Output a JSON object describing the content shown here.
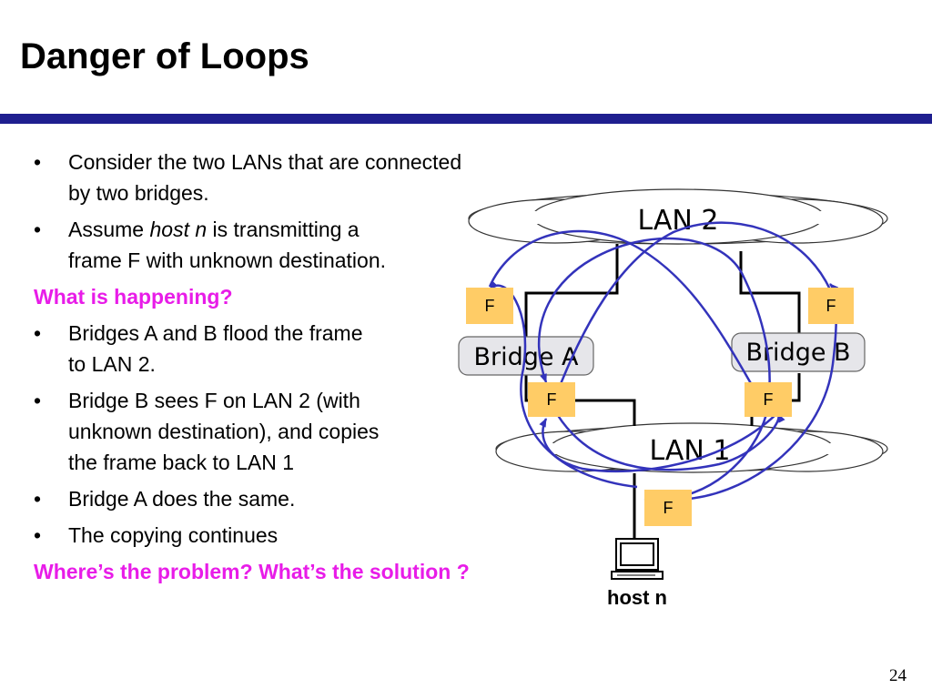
{
  "slide": {
    "title": "Danger of Loops",
    "page_number": "24",
    "accent_color": "#1f1f8f",
    "emphasis_color": "#e81ce8",
    "arrow_color": "#3333bb",
    "frame_box_color": "#ffcc66"
  },
  "content": {
    "bullet_char": "•",
    "items": [
      {
        "lines": [
          "Consider the two LANs that are connected",
          "by two bridges."
        ]
      },
      {
        "prefix": "Assume ",
        "italic": "host n",
        "rest": " is transmitting a",
        "line2": "frame F with unknown destination."
      },
      {
        "heading": "What is happening?"
      },
      {
        "lines": [
          "Bridges A and B flood the frame",
          "to LAN 2."
        ]
      },
      {
        "lines": [
          "Bridge B sees F on LAN 2 (with",
          "unknown destination), and copies",
          "the frame back to LAN 1"
        ]
      },
      {
        "lines": [
          "Bridge A does the same."
        ]
      },
      {
        "lines": [
          "The copying continues"
        ]
      },
      {
        "heading": "Where’s the problem? What’s the solution ?"
      }
    ]
  },
  "diagram": {
    "lan2_label": "LAN 2",
    "lan1_label": "LAN 1",
    "bridge_a_label": "Bridge A",
    "bridge_b_label": "Bridge B",
    "frame_label": "F",
    "host_label": "host n",
    "host_icon": "computer-icon"
  }
}
